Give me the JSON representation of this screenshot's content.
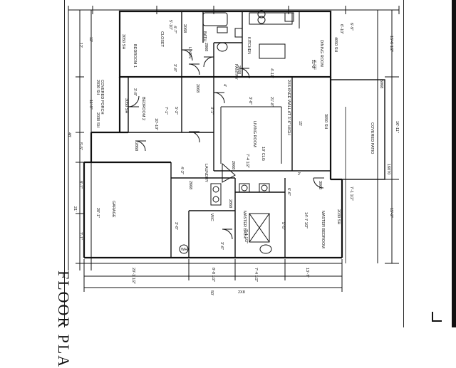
{
  "title": "FLOOR PLA",
  "rooms": {
    "bedroom1": "BEDROOM 1",
    "bedroom2": "BEDROOM 2",
    "bath": "BATH",
    "linen": "LINEN",
    "pantry": "PANTRY",
    "kitchen": "KITCHEN",
    "dining": "DINING ROOM",
    "living": "LIVING ROOM",
    "laundry": "LAUNDRY",
    "garage": "GARAGE",
    "patio": "COVERED PATIO",
    "master_bedroom": "MASTER BEDROOM",
    "master_bath": "MASTER BATH",
    "closet": "CLOSET",
    "covered_porch": "COVERED PORCH",
    "wic": "WIC"
  },
  "notes": {
    "knee_wall": "2X6 KNEE WALL AT 3'-6\" HIGH",
    "ceiling": "10' CLG",
    "header": "2X8",
    "stair": "UP",
    "wh": "WH"
  },
  "dimensions": {
    "top_left": "12'",
    "d1": "4'-7\"",
    "d2": "3'-8\"",
    "d3": "6'-10\"",
    "d4": "4'-11\"",
    "left_a": "12'",
    "left_b": "11'-9\"",
    "left_c": "5'-5\"",
    "left_d": "8'-1\"",
    "left_e": "7'-1\"",
    "overall_left": "48'",
    "garage_depth": "21'",
    "garage_width": "20'-1\"",
    "bottom_a": "20'-1 1/2\"",
    "bottom_b": "8'-8 1/2\"",
    "bottom_c": "7'-4 1/2\"",
    "bottom_d": "13'-7\"",
    "overall_bottom": "50'",
    "right_a": "15'-6 1/2\"",
    "right_b": "16'-11\"",
    "right_c": "15'-2\"",
    "right_d": "7'-1 1/2\"",
    "right_e": "6'-9\"",
    "living_w": "21'-8\"",
    "living_d": "15'",
    "mid_a": "3'-8\"",
    "mid_b": "4'-11\"",
    "mid_c": "6'-6\"",
    "mid_d": "14'-7 1/2\"",
    "mid_e": "5'-5\"",
    "mid_f": "7'-1 1/2\"",
    "mid_g": "3'-6\"",
    "mid_h": "4'-2\"",
    "mid_i": "2'",
    "mid_j": "11'-3\"",
    "mid_k": "4'",
    "bed2_a": "10'-10\"",
    "bed2_b": "7'-1\"",
    "bed2_c": "3'-8\"",
    "bed2_d": "5'-2\"",
    "bath_a": "5'-10\"",
    "hall_a": "3'-1\"",
    "hall_b": "3'-8\"",
    "hall_c": "7'-4 1/2\""
  },
  "windows": {
    "w1": "3050 SH",
    "w2": "2030 SH",
    "w3": "2030 SH",
    "w4": "3050 SH",
    "w5": "4050 SH",
    "w6": "2030 SH",
    "w7": "3050 SH",
    "w8": "6068",
    "w9": "2068",
    "w10": "2068",
    "w11": "2868",
    "w12": "2668",
    "w13": "2868",
    "w14": "2668",
    "w15": "2668",
    "w16": "3068",
    "w17": "2868",
    "w18": "16070"
  }
}
